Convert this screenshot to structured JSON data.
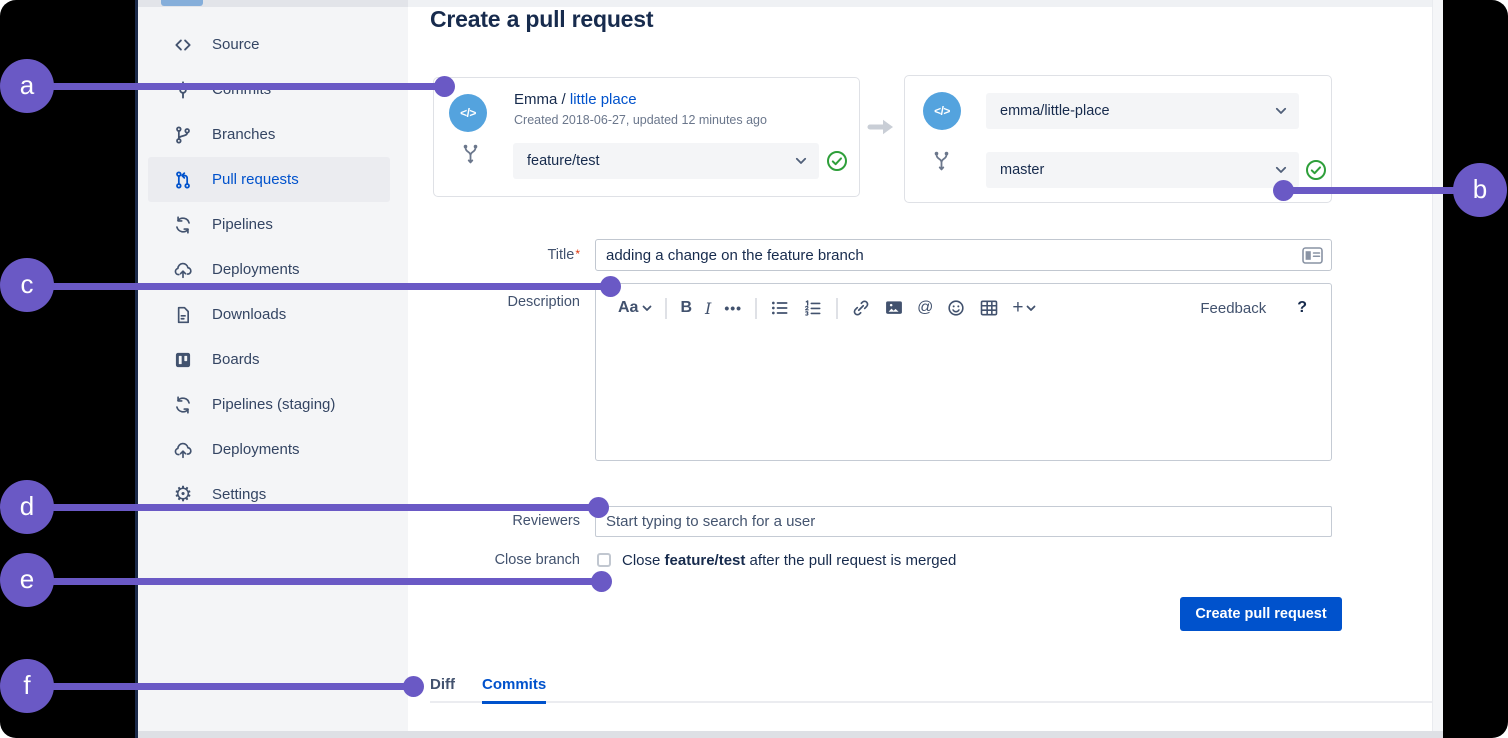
{
  "page": {
    "title": "Create a pull request"
  },
  "sidebar": {
    "items": [
      {
        "label": "Source"
      },
      {
        "label": "Commits"
      },
      {
        "label": "Branches"
      },
      {
        "label": "Pull requests",
        "selected": true
      },
      {
        "label": "Pipelines"
      },
      {
        "label": "Deployments"
      },
      {
        "label": "Downloads"
      },
      {
        "label": "Boards"
      },
      {
        "label": "Pipelines (staging)"
      },
      {
        "label": "Deployments"
      },
      {
        "label": "Settings"
      }
    ]
  },
  "source_card": {
    "avatar_glyph": "</>",
    "owner": "Emma",
    "separator": " / ",
    "repo_link": "little place",
    "meta": "Created 2018-06-27, updated 12 minutes ago",
    "branch_value": "feature/test"
  },
  "destination_card": {
    "avatar_glyph": "</>",
    "repo_value": "emma/little-place",
    "branch_value": "master"
  },
  "form": {
    "title_label": "Title",
    "title_required": "*",
    "title_value": "adding a change on the feature branch",
    "description_label": "Description",
    "reviewers_label": "Reviewers",
    "reviewers_placeholder": "Start typing to search for a user",
    "close_branch_label": "Close branch",
    "close_text_before": "Close ",
    "close_text_bold": "feature/test",
    "close_text_after": " after the pull request is merged",
    "submit_label": "Create pull request"
  },
  "editor": {
    "text_style": "Aa",
    "bold": "B",
    "italic": "I",
    "more": "•••",
    "mention": "@",
    "plus": "+",
    "feedback": "Feedback",
    "help": "?"
  },
  "tabs": {
    "items": [
      {
        "label": "Diff",
        "active": false
      },
      {
        "label": "Commits",
        "active": true
      }
    ]
  },
  "annotations": {
    "color": "#6A59C5",
    "items": [
      {
        "label": "a"
      },
      {
        "label": "b"
      },
      {
        "label": "c"
      },
      {
        "label": "d"
      },
      {
        "label": "e"
      },
      {
        "label": "f"
      }
    ]
  },
  "colors": {
    "accent_purple": "#6A59C5",
    "link_blue": "#0052CC",
    "button_blue": "#0052CC",
    "success_green": "#2E9F3A",
    "heading_navy": "#172B4D",
    "avatar_blue": "#54A3DE",
    "sidebar_bg": "#F4F5F7"
  }
}
